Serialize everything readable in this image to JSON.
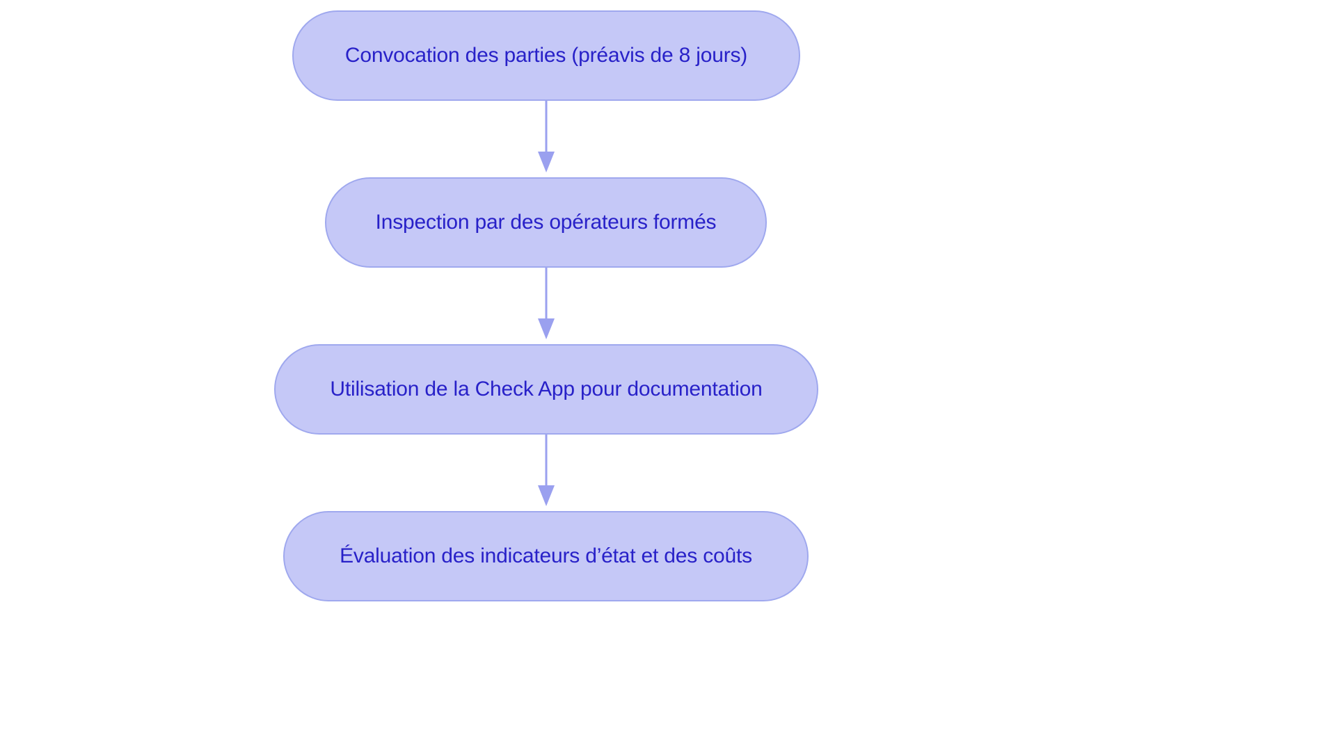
{
  "diagram": {
    "type": "flowchart",
    "orientation": "top-to-bottom",
    "background_color": "#ffffff",
    "node_fill_color": "#c5c8f7",
    "node_border_color": "#9fa8ee",
    "node_text_color": "#2821c8",
    "edge_color": "#9aa0ef",
    "nodes": [
      {
        "id": "n1",
        "label": "Convocation des parties (préavis de 8 jours)"
      },
      {
        "id": "n2",
        "label": "Inspection par des opérateurs formés"
      },
      {
        "id": "n3",
        "label": "Utilisation de la Check App pour documentation"
      },
      {
        "id": "n4",
        "label": "Évaluation des indicateurs d’état et des coûts"
      }
    ],
    "edges": [
      {
        "from": "n1",
        "to": "n2",
        "label": ""
      },
      {
        "from": "n2",
        "to": "n3",
        "label": ""
      },
      {
        "from": "n3",
        "to": "n4",
        "label": ""
      }
    ]
  }
}
